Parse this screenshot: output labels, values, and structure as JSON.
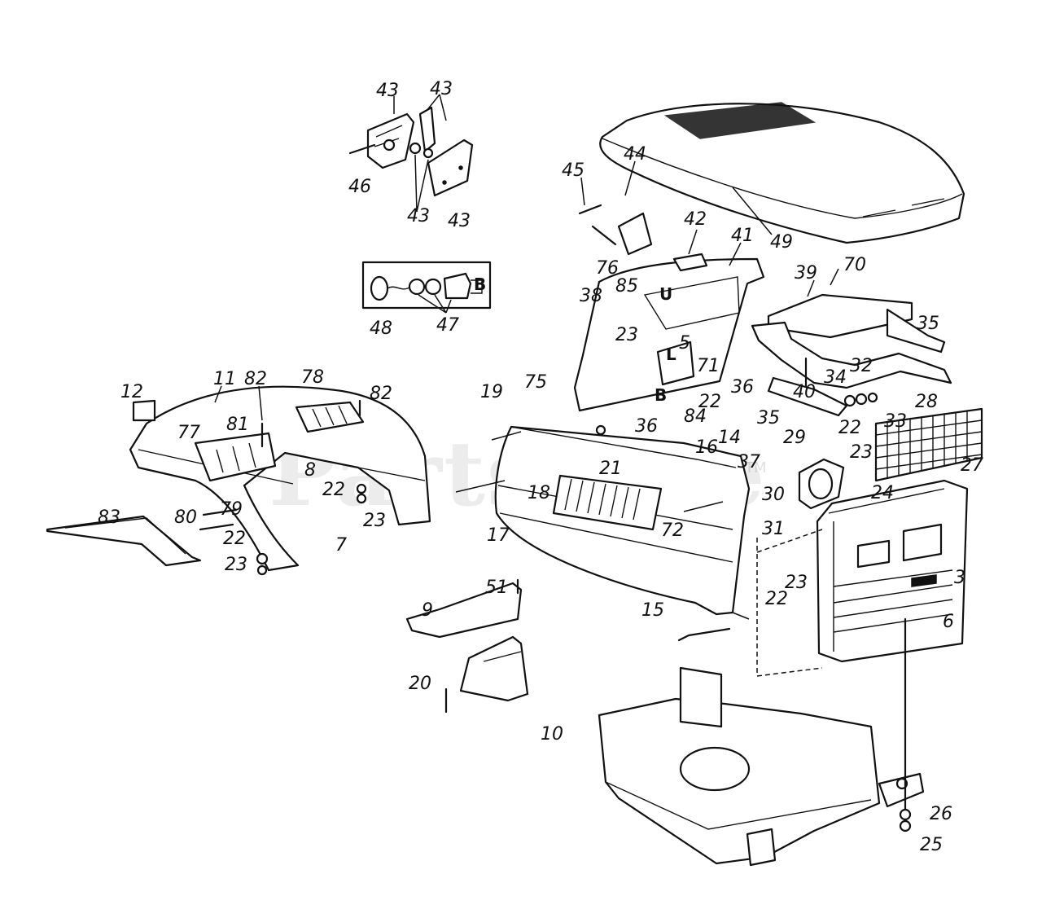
{
  "watermark": {
    "text": "PartsTree",
    "trademark": "TM"
  },
  "callouts": [
    {
      "label": "43"
    },
    {
      "label": "43"
    },
    {
      "label": "46"
    },
    {
      "label": "43"
    },
    {
      "label": "43"
    },
    {
      "label": "48"
    },
    {
      "label": "47"
    },
    {
      "label": "45"
    },
    {
      "label": "44"
    },
    {
      "label": "42"
    },
    {
      "label": "49"
    },
    {
      "label": "76"
    },
    {
      "label": "41"
    },
    {
      "label": "85"
    },
    {
      "label": "38"
    },
    {
      "label": "23"
    },
    {
      "label": "5"
    },
    {
      "label": "71"
    },
    {
      "label": "75"
    },
    {
      "label": "22"
    },
    {
      "label": "84"
    },
    {
      "label": "70"
    },
    {
      "label": "39"
    },
    {
      "label": "35"
    },
    {
      "label": "36"
    },
    {
      "label": "34"
    },
    {
      "label": "32"
    },
    {
      "label": "40"
    },
    {
      "label": "35"
    },
    {
      "label": "33"
    },
    {
      "label": "28"
    },
    {
      "label": "12"
    },
    {
      "label": "11"
    },
    {
      "label": "82"
    },
    {
      "label": "78"
    },
    {
      "label": "82"
    },
    {
      "label": "81"
    },
    {
      "label": "77"
    },
    {
      "label": "8"
    },
    {
      "label": "22"
    },
    {
      "label": "23"
    },
    {
      "label": "19"
    },
    {
      "label": "36"
    },
    {
      "label": "16"
    },
    {
      "label": "14"
    },
    {
      "label": "37"
    },
    {
      "label": "21"
    },
    {
      "label": "18"
    },
    {
      "label": "17"
    },
    {
      "label": "72"
    },
    {
      "label": "29"
    },
    {
      "label": "22"
    },
    {
      "label": "23"
    },
    {
      "label": "27"
    },
    {
      "label": "30"
    },
    {
      "label": "24"
    },
    {
      "label": "31"
    },
    {
      "label": "83"
    },
    {
      "label": "80"
    },
    {
      "label": "79"
    },
    {
      "label": "22"
    },
    {
      "label": "7"
    },
    {
      "label": "23"
    },
    {
      "label": "51"
    },
    {
      "label": "9"
    },
    {
      "label": "3"
    },
    {
      "label": "23"
    },
    {
      "label": "22"
    },
    {
      "label": "6"
    },
    {
      "label": "15"
    },
    {
      "label": "20"
    },
    {
      "label": "10"
    },
    {
      "label": "26"
    },
    {
      "label": "25"
    }
  ],
  "part_letters": [
    "U",
    "L",
    "B",
    "B"
  ]
}
